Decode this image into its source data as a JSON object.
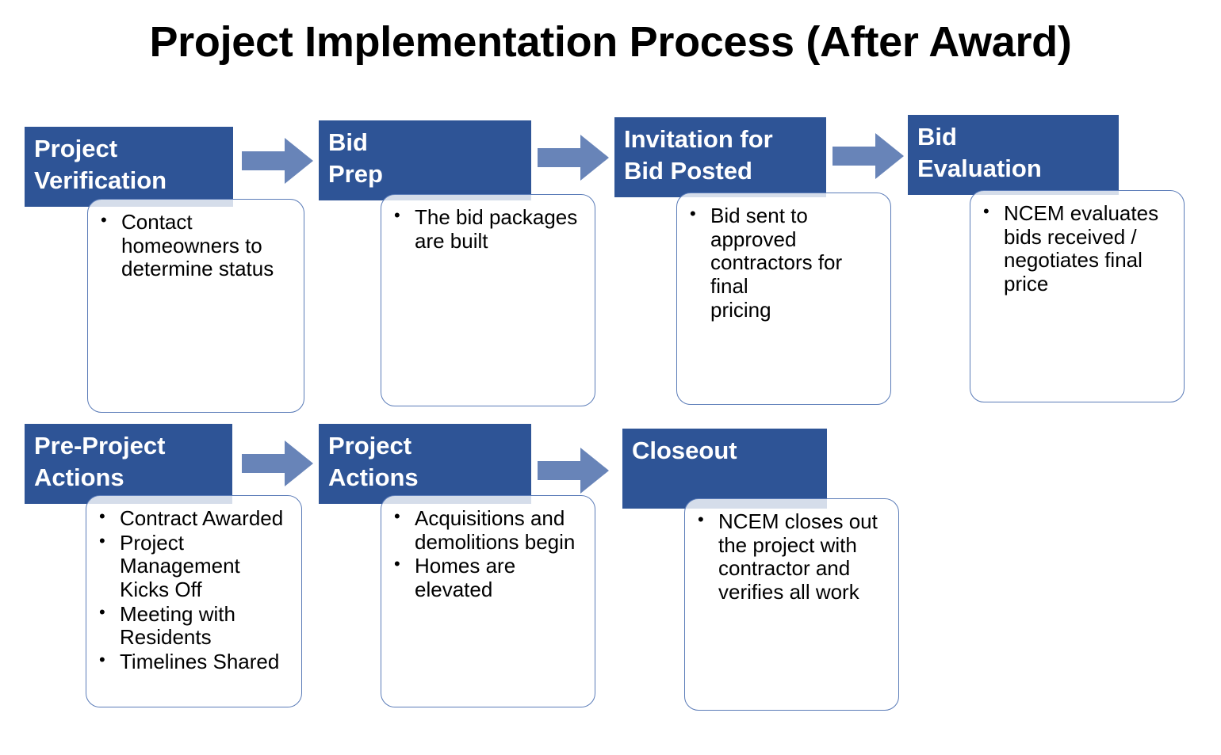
{
  "title": "Project Implementation Process (After Award)",
  "colors": {
    "header_fill": "#2e5496",
    "header_text": "#ffffff",
    "body_border": "#5b7cb8",
    "body_fill": "#ffffff",
    "arrow_fill": "#6884b8",
    "overlap_band": "#c6d0e3",
    "title_text": "#000000"
  },
  "stages": [
    {
      "id": "project-verification",
      "header": "Project\nVerification",
      "bullets": [
        "Contact\nhomeowners to\ndetermine status"
      ]
    },
    {
      "id": "bid-prep",
      "header": "Bid\nPrep",
      "bullets": [
        "The bid packages\nare built"
      ]
    },
    {
      "id": "invitation-for-bid-posted",
      "header": "Invitation for\nBid Posted",
      "bullets": [
        "Bid sent to approved\ncontractors for final\npricing"
      ]
    },
    {
      "id": "bid-evaluation",
      "header": "Bid\nEvaluation",
      "bullets": [
        "NCEM evaluates\nbids received /\nnegotiates final price"
      ]
    },
    {
      "id": "pre-project-actions",
      "header": "Pre-Project\nActions",
      "bullets": [
        "Contract Awarded",
        "Project Management\nKicks Off",
        "Meeting with\nResidents",
        "Timelines Shared"
      ]
    },
    {
      "id": "project-actions",
      "header": "Project\nActions",
      "bullets": [
        "Acquisitions and\ndemolitions begin",
        "Homes are elevated"
      ]
    },
    {
      "id": "closeout",
      "header": "Closeout",
      "bullets": [
        "NCEM closes out\nthe project with\ncontractor and\nverifies all work"
      ]
    }
  ],
  "arrows": [
    {
      "id": "arrow-verification-to-bidprep",
      "from": "project-verification",
      "to": "bid-prep"
    },
    {
      "id": "arrow-bidprep-to-invitation",
      "from": "bid-prep",
      "to": "invitation-for-bid-posted"
    },
    {
      "id": "arrow-invitation-to-evaluation",
      "from": "invitation-for-bid-posted",
      "to": "bid-evaluation"
    },
    {
      "id": "arrow-preproject-to-projectactions",
      "from": "pre-project-actions",
      "to": "project-actions"
    },
    {
      "id": "arrow-projectactions-to-closeout",
      "from": "project-actions",
      "to": "closeout"
    }
  ]
}
